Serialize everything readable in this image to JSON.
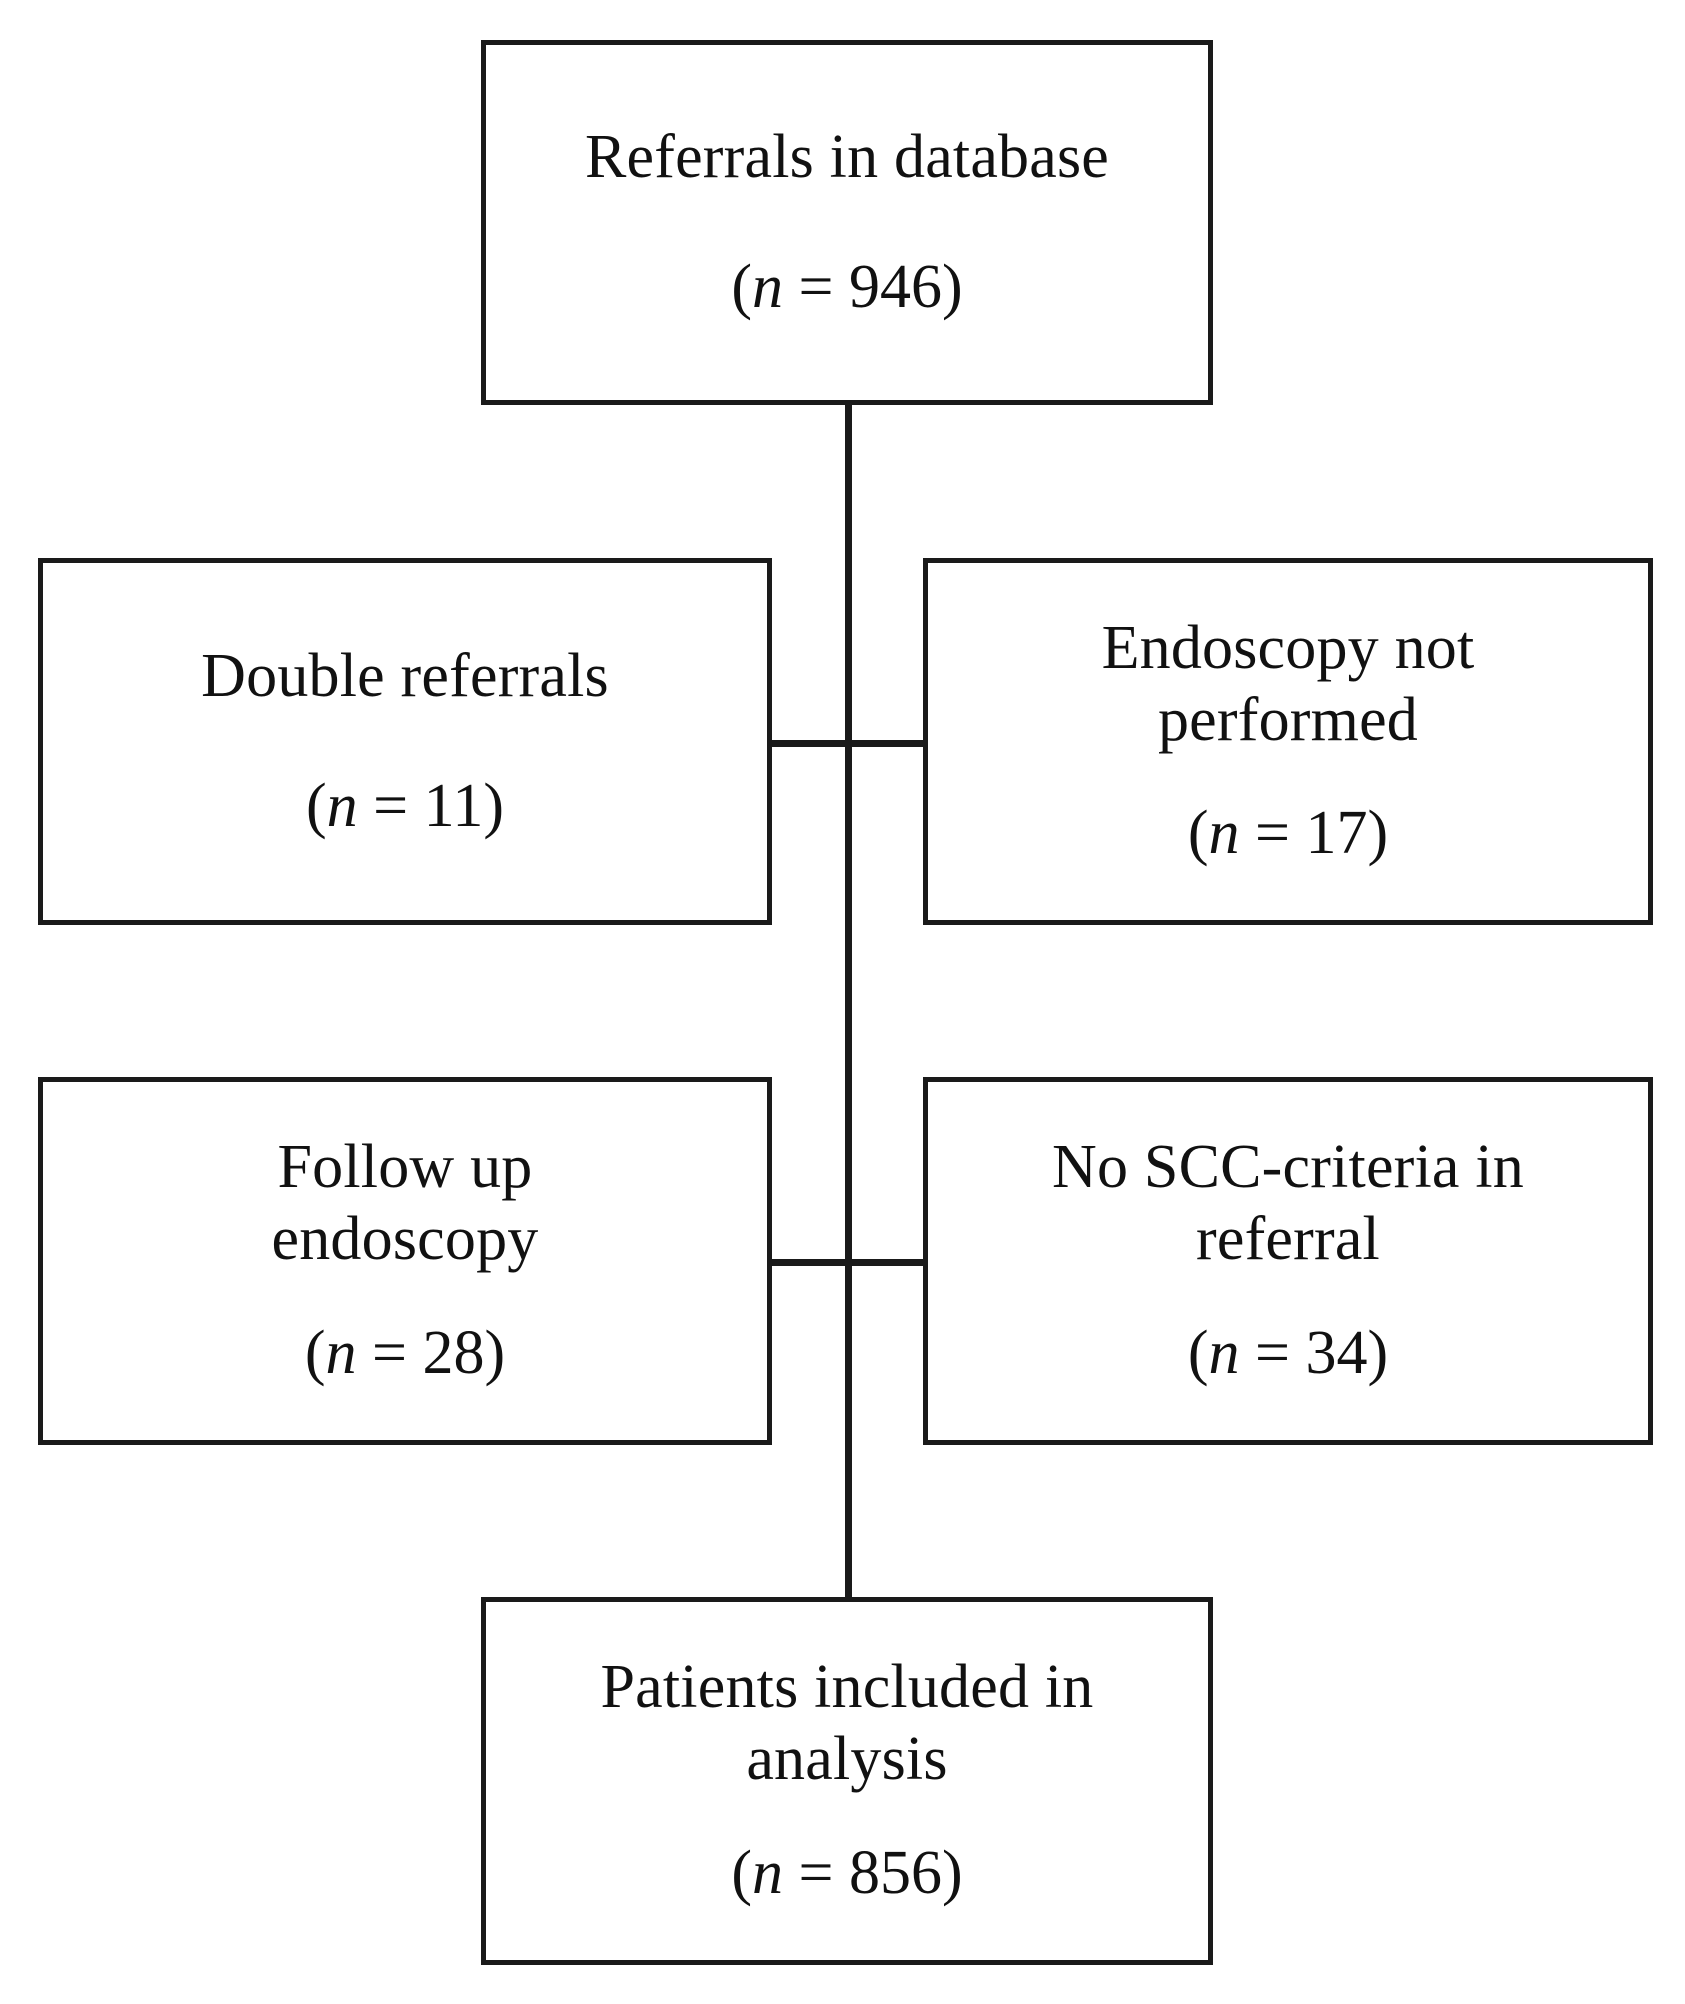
{
  "diagram": {
    "title": "Referral selection flow diagram",
    "type": "flowchart",
    "colors": {
      "box_border": "#1a1a1a",
      "box_fill": "#ffffff",
      "connector": "#1a1a1a",
      "text": "#111111",
      "background": "#ffffff"
    },
    "nodes": [
      {
        "id": "referrals-in-database",
        "role": "source",
        "lines": [
          "Referrals in database"
        ],
        "count_prefix": "(",
        "count_n": "n",
        "count_eq": " = ",
        "count_value": "946",
        "count_suffix": ")",
        "count_text": "(n = 946)"
      },
      {
        "id": "double-referrals",
        "role": "exclusion",
        "lines": [
          "Double referrals"
        ],
        "count_prefix": "(",
        "count_n": "n",
        "count_eq": " = ",
        "count_value": "11",
        "count_suffix": ")",
        "count_text": "(n = 11)"
      },
      {
        "id": "endoscopy-not-performed",
        "role": "exclusion",
        "lines": [
          "Endoscopy not",
          "performed"
        ],
        "count_prefix": "(",
        "count_n": "n",
        "count_eq": " = ",
        "count_value": "17",
        "count_suffix": ")",
        "count_text": "(n = 17)"
      },
      {
        "id": "follow-up-endoscopy",
        "role": "exclusion",
        "lines": [
          "Follow up",
          "endoscopy"
        ],
        "count_prefix": "(",
        "count_n": "n",
        "count_eq": " = ",
        "count_value": "28",
        "count_suffix": ")",
        "count_text": "(n = 28)"
      },
      {
        "id": "no-scc-criteria-in-referral",
        "role": "exclusion",
        "lines": [
          "No SCC-criteria in",
          "referral"
        ],
        "count_prefix": "(",
        "count_n": "n",
        "count_eq": " = ",
        "count_value": "34",
        "count_suffix": ")",
        "count_text": "(n = 34)"
      },
      {
        "id": "patients-included-in-analysis",
        "role": "result",
        "lines": [
          "Patients included in",
          "analysis"
        ],
        "count_prefix": "(",
        "count_n": "n",
        "count_eq": " = ",
        "count_value": "856",
        "count_suffix": ")",
        "count_text": "(n = 856)"
      }
    ]
  }
}
